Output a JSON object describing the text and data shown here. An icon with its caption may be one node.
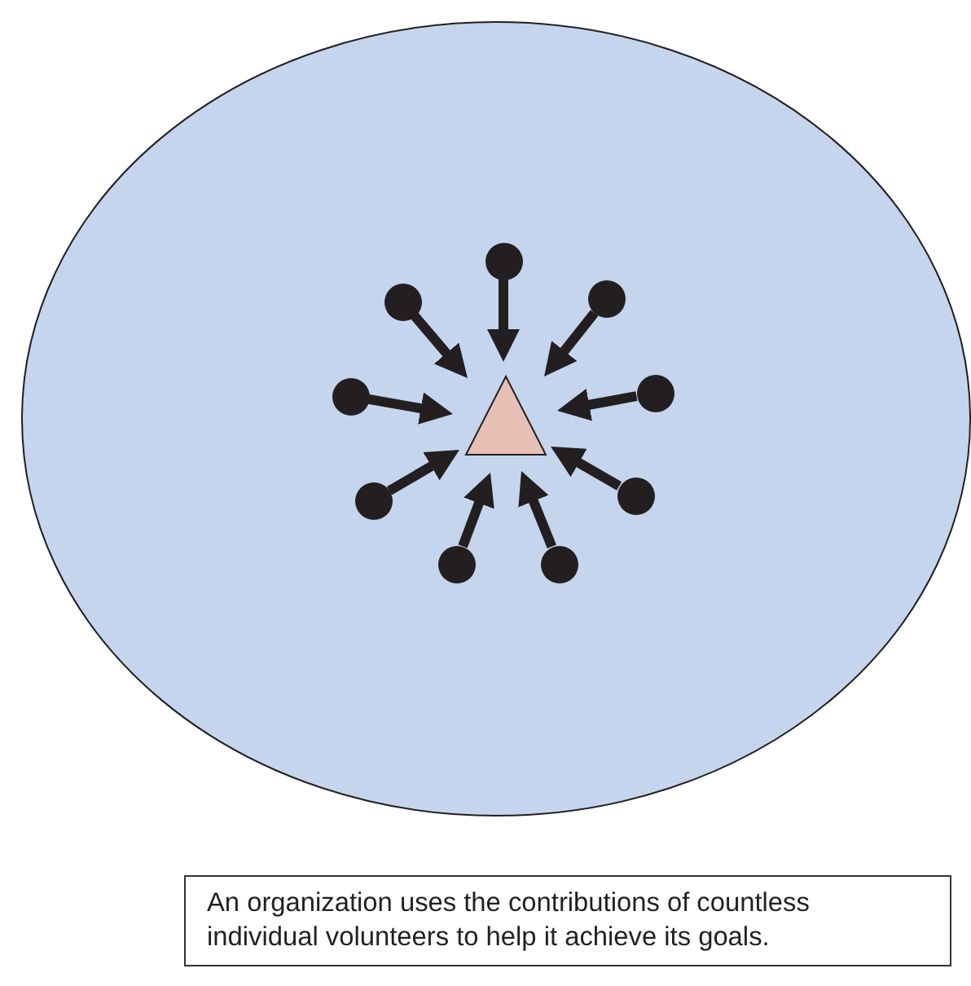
{
  "diagram": {
    "caption": "An organization uses the contributions of countless individual volunteers to help it achieve its goals.",
    "nodes": [
      {
        "text": [],
        "shape": "ellipse"
      },
      {
        "text": [],
        "shape": "triangle",
        "in": 0
      },
      {
        "text": [],
        "shape": "circle",
        "in": 0
      },
      {
        "text": [],
        "shape": "circle",
        "in": 0
      },
      {
        "text": [],
        "shape": "circle",
        "in": 0
      },
      {
        "text": [],
        "shape": "circle",
        "in": 0
      },
      {
        "text": [],
        "shape": "circle",
        "in": 0
      },
      {
        "text": [],
        "shape": "circle",
        "in": 0
      },
      {
        "text": [],
        "shape": "circle",
        "in": 0
      },
      {
        "text": [],
        "shape": "circle",
        "in": 0
      },
      {
        "text": [],
        "shape": "circle",
        "in": 0
      }
    ],
    "edges": [
      {
        "from": 2,
        "to": 1,
        "arrow": "to"
      },
      {
        "from": 3,
        "to": 1,
        "arrow": "to"
      },
      {
        "from": 4,
        "to": 1,
        "arrow": "to"
      },
      {
        "from": 5,
        "to": 1,
        "arrow": "to"
      },
      {
        "from": 6,
        "to": 1,
        "arrow": "to"
      },
      {
        "from": 7,
        "to": 1,
        "arrow": "to"
      },
      {
        "from": 8,
        "to": 1,
        "arrow": "to"
      },
      {
        "from": 9,
        "to": 1,
        "arrow": "to"
      },
      {
        "from": 10,
        "to": 1,
        "arrow": "to"
      }
    ]
  }
}
